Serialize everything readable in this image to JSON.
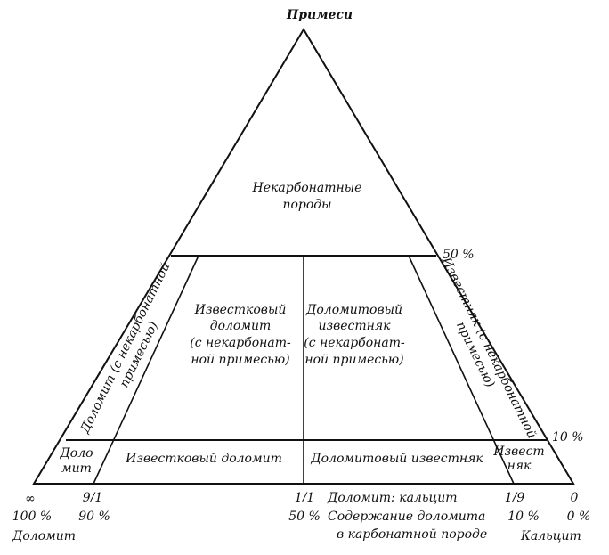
{
  "apex_label": "Примеси",
  "regions": {
    "noncarbonate": [
      "Некарбонатные",
      "породы"
    ],
    "dolomite_with_impurity": [
      "Доломит (с некарбонатной",
      "примесью)"
    ],
    "calcareous_dolomite_with_impurity": [
      "Известковый",
      "доломит",
      "(с некарбонат-",
      "ной примесью)"
    ],
    "dolomitic_limestone_with_impurity": [
      "Доломитовый",
      "известняк",
      "(с некарбонат-",
      "ной примесью)"
    ],
    "limestone_with_impurity": [
      "Известняк (с некарбонатной",
      "примесью)"
    ],
    "dolomite_bottom": [
      "Доло",
      "мит"
    ],
    "calcareous_dolomite_bottom": "Известковый доломит",
    "dolomitic_limestone_bottom": "Доломитовый известняк",
    "limestone_bottom": [
      "Извест",
      "няк"
    ]
  },
  "level_labels": {
    "level_50": "50 %",
    "level_10": "10 %"
  },
  "bottom_axis": {
    "ratios": [
      "∞",
      "9/1",
      "1/1",
      "1/9",
      "0"
    ],
    "percents": [
      "100 %",
      "90 %",
      "50 %",
      "10 %",
      "0 %"
    ],
    "ratio_caption": "Доломит: кальцит",
    "percent_caption": [
      "Содержание доломита",
      "в карбонатной породе"
    ],
    "left_end": "Доломит",
    "right_end": "Кальцит"
  }
}
